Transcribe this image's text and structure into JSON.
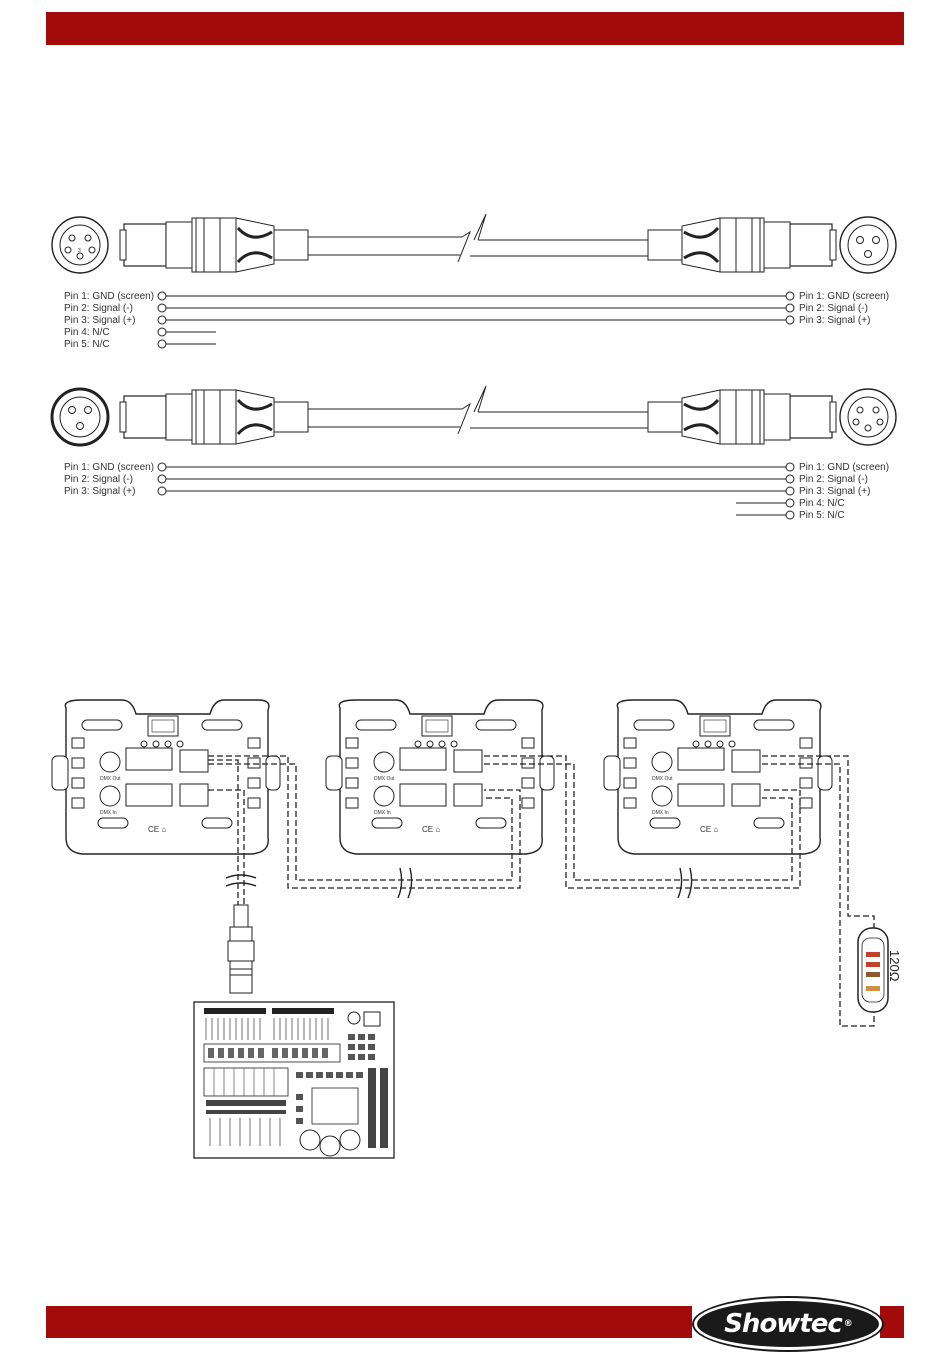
{
  "cable1": {
    "left_pins": [
      "Pin 1: GND (screen)",
      "Pin 2: Signal (-)",
      "Pin 3: Signal (+)",
      "Pin 4: N/C",
      "Pin 5: N/C"
    ],
    "right_pins": [
      "Pin 1: GND (screen)",
      "Pin 2: Signal (-)",
      "Pin 3: Signal (+)"
    ]
  },
  "cable2": {
    "left_pins": [
      "Pin 1: GND (screen)",
      "Pin 2: Signal (-)",
      "Pin 3: Signal (+)"
    ],
    "right_pins": [
      "Pin 1: GND (screen)",
      "Pin 2: Signal (-)",
      "Pin 3: Signal (+)",
      "Pin 4: N/C",
      "Pin 5: N/C"
    ]
  },
  "fixture": {
    "dmx_out_label": "DMX Out",
    "dmx_in_label": "DMX In",
    "marks": "CE ⌂"
  },
  "terminator": {
    "value": "120Ω"
  },
  "logo": {
    "text": "Showtec",
    "mark": "®"
  },
  "colors": {
    "brand_red": "#a30b0b"
  }
}
